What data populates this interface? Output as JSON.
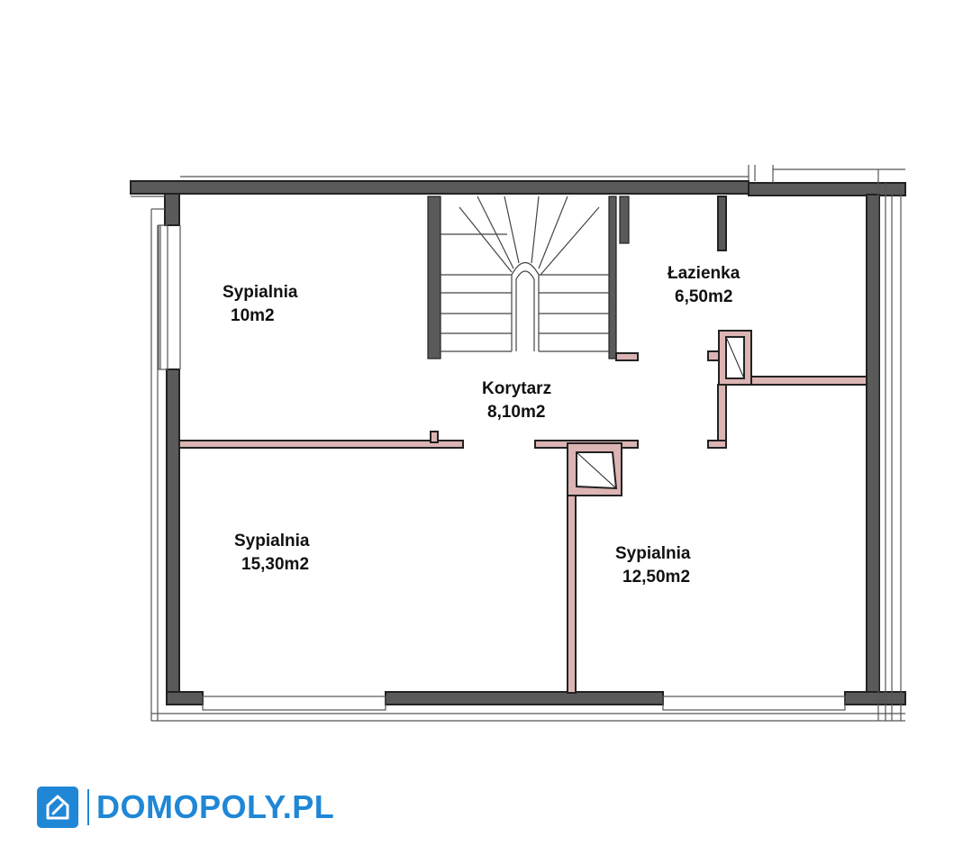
{
  "rooms": [
    {
      "name": "Sypialnia",
      "area": "10m2"
    },
    {
      "name": "Łazienka",
      "area": "6,50m2"
    },
    {
      "name": "Korytarz",
      "area": "8,10m2"
    },
    {
      "name": "Sypialnia",
      "area": "15,30m2"
    },
    {
      "name": "Sypialnia",
      "area": "12,50m2"
    }
  ],
  "brand": {
    "logo_text": "DOMOPOLY.PL",
    "icon": "house-pin-icon",
    "color": "#1f87d6"
  },
  "colors": {
    "wall": "#222222",
    "partition_fill": "#dcb4b4",
    "background": "#ffffff"
  }
}
